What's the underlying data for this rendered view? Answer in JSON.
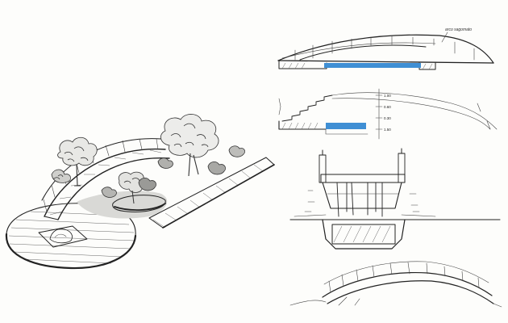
{
  "sheet": {
    "annotations": {
      "elevation_note": "arco sagomato",
      "dim_top": "1.00",
      "dim_mid": "0.60",
      "dim_low": "0.30",
      "dim_base": "1.50"
    },
    "colors": {
      "water": "#3f8fd4",
      "deck_wood": "#e3c178",
      "ink": "#222222",
      "shade": "#cfcfcf",
      "foliage": "#3a3a3a"
    }
  }
}
